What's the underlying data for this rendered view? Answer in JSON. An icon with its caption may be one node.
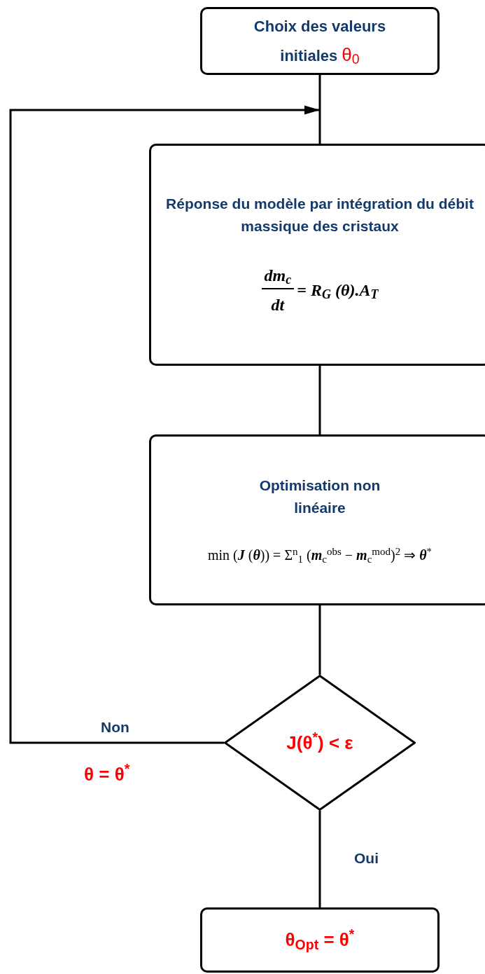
{
  "diagram": {
    "nodes": [
      {
        "text": [
          "Choix des valeurs initiales",
          "θ$_{0}$"
        ]
      },
      {
        "text": [
          "Réponse du modèle par intégration du débit massique des cristaux",
          "dm$_{c}$",
          "dt",
          "= R$_{G}$ (θ).A$_{T}$"
        ]
      },
      {
        "text": [
          "Optimisation non linéaire",
          "min (**J** (**θ**)) = Σ$^{n}$$_{1}$ (**m**$_{c}$$^{obs}$ − **m**$_{c}$$^{mod}$)$^{2}$ ⇒ **θ**$^{*}$"
        ]
      },
      {
        "text": [
          "J(θ$^{*}$) < ε"
        ]
      },
      {
        "text": [
          "θ$_{Opt}$ = θ$^{*}$"
        ]
      }
    ],
    "edges": [
      {
        "from": 0,
        "to": 1,
        "arrow": "none"
      },
      {
        "from": 1,
        "to": 2,
        "arrow": "none"
      },
      {
        "from": 2,
        "to": 3,
        "arrow": "none"
      },
      {
        "from": 3,
        "to": 1,
        "arrow": "to",
        "label": "Non"
      },
      {
        "from": 3,
        "to": 4,
        "arrow": "none",
        "label": "Oui"
      }
    ],
    "labels": [
      "θ = θ$^{*}$"
    ]
  }
}
